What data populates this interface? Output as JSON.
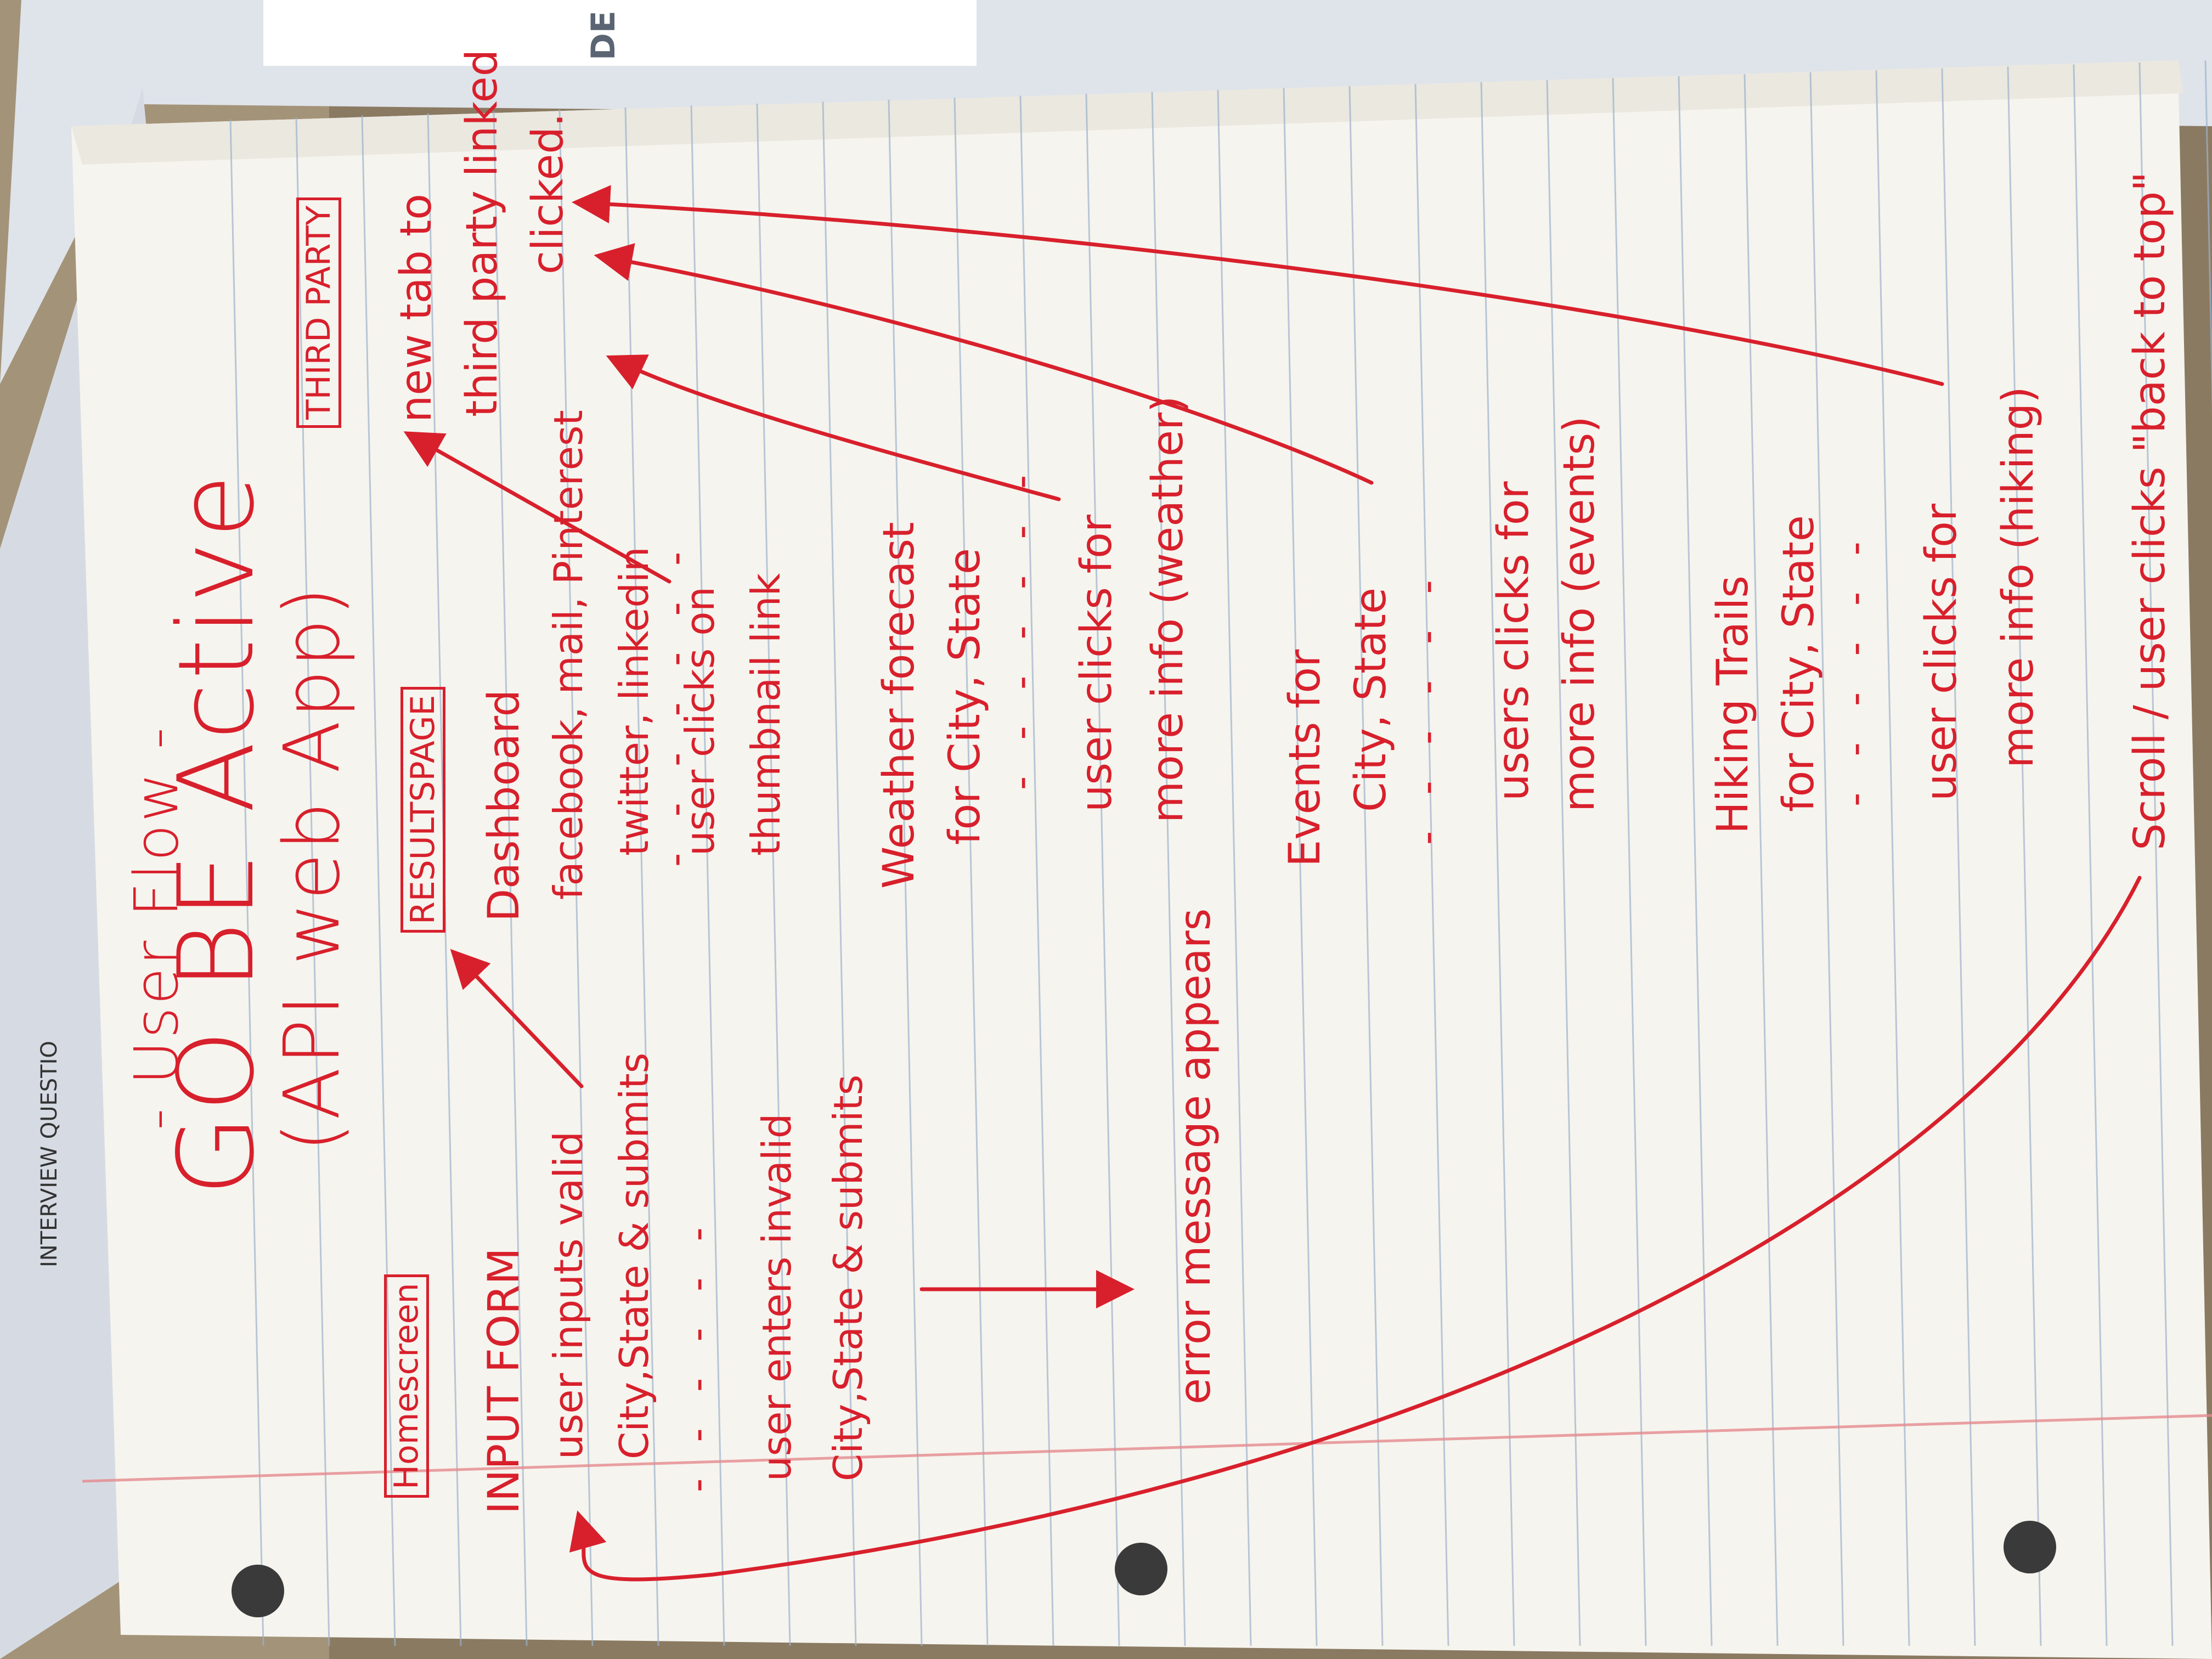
{
  "diagram": {
    "header": "- User Flow -",
    "title": "GO BE Active",
    "subtitle": "(API web App)",
    "sections": {
      "homescreen": {
        "label": "Homescreen",
        "items": [
          "INPUT FORM",
          "user inputs valid",
          "City,State & submits",
          "user enters invalid",
          "City,State & submits",
          "error message appears"
        ]
      },
      "results": {
        "label": "RESULTSPAGE",
        "items": [
          "Dashboard",
          "facebook, mail, Pinterest",
          "twitter, linkedin",
          "user clicks on",
          "thumbnail link",
          "Weather forecast",
          "for City, State",
          "user clicks for",
          "more info (weather)",
          "Events for",
          "City, State",
          "users clicks for",
          "more info (events)",
          "Hiking Trails",
          "for City, State",
          "user clicks for",
          "more info (hiking)",
          "Scroll / user clicks \"back to top\""
        ]
      },
      "third_party": {
        "label": "THIRD PARTY",
        "items": [
          "new tab to",
          "third party linked",
          "clicked."
        ]
      }
    },
    "background_text": [
      "INTERVIEW QUESTIO",
      "DE"
    ],
    "colors": {
      "ink": "#d8202c",
      "paper": "#f6f4ee",
      "rule": "#9bb3cc",
      "margin": "#e58a8f"
    }
  }
}
